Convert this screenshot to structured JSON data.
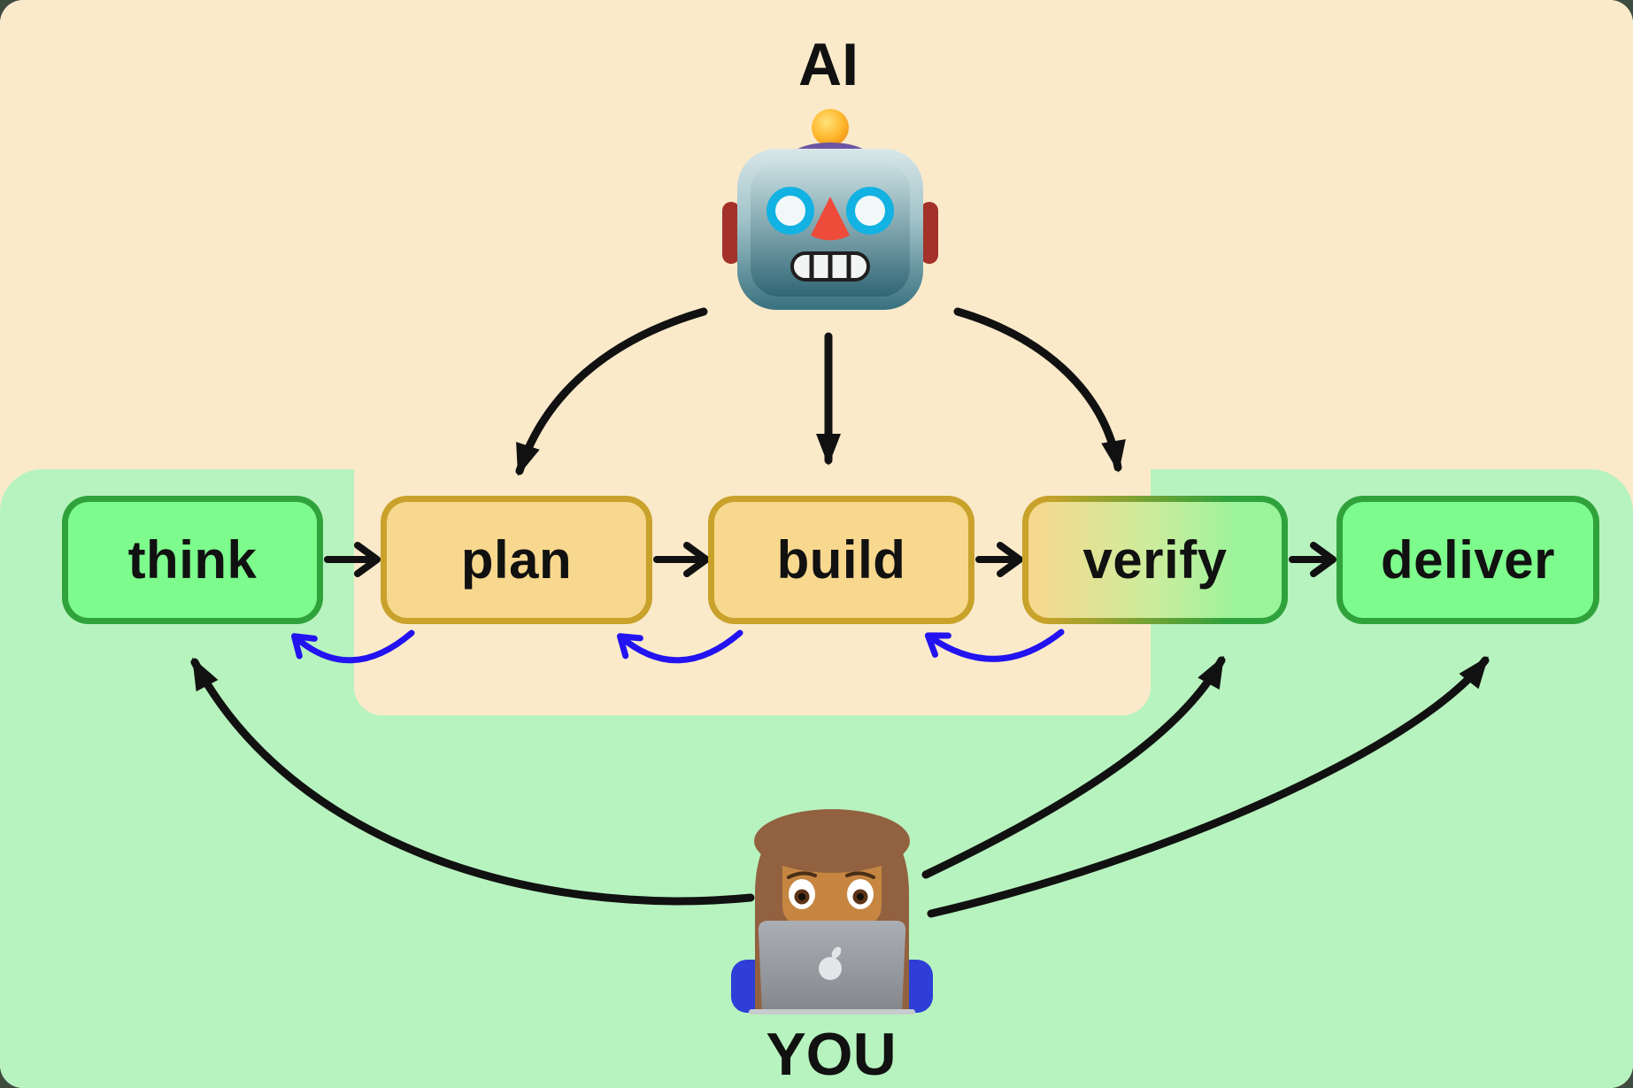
{
  "diagram": {
    "title_top": "AI",
    "title_bottom": "YOU"
  },
  "pipeline": {
    "boxes": [
      {
        "id": "think",
        "label": "think",
        "actor": "human"
      },
      {
        "id": "plan",
        "label": "plan",
        "actor": "ai"
      },
      {
        "id": "build",
        "label": "build",
        "actor": "ai"
      },
      {
        "id": "verify",
        "label": "verify",
        "actor": "mixed"
      },
      {
        "id": "deliver",
        "label": "deliver",
        "actor": "human"
      }
    ],
    "forward_flow": [
      "think",
      "plan",
      "build",
      "verify",
      "deliver"
    ],
    "ai_drives": [
      "plan",
      "build",
      "verify"
    ],
    "you_drive": [
      "think",
      "verify",
      "deliver"
    ],
    "feedback_loops": [
      {
        "from": "plan",
        "to": "think"
      },
      {
        "from": "build",
        "to": "plan"
      },
      {
        "from": "verify",
        "to": "build"
      }
    ]
  },
  "icons": {
    "robot": "robot-emoji",
    "woman": "woman-technologist-emoji"
  },
  "colors": {
    "page_outside": "#3E4B3F",
    "ai_zone": "#FBEACA",
    "you_zone": "#B7F3BF",
    "task_fill": "#F8D88E",
    "task_border": "#C9A22B",
    "human_fill": "#7DFB8C",
    "human_border": "#2FA23C",
    "arrow_black": "#111111",
    "arrow_blue": "#2213F0",
    "text": "#111111"
  }
}
